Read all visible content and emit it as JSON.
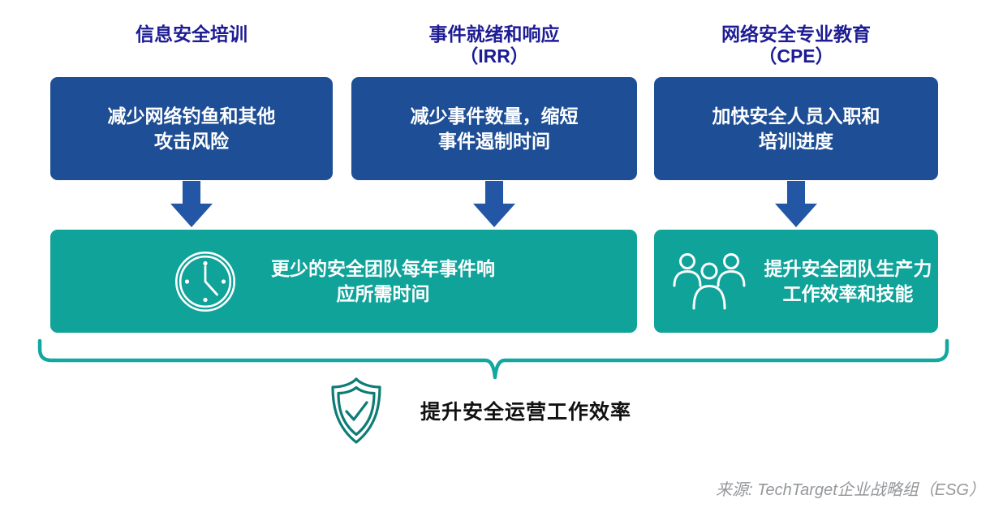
{
  "colors": {
    "header_text": "#1D1C94",
    "navy_box": "#1E4E95",
    "arrow_blue": "#2357A6",
    "teal_box": "#0FA39A",
    "bracket_teal": "#12A8A0",
    "shield_teal": "#0C7C75",
    "headline_text": "#111111",
    "source_text": "#95979A"
  },
  "columns": [
    {
      "header": "信息安全培训",
      "box": "减少网络钓鱼和其他\n攻击风险"
    },
    {
      "header": "事件就绪和响应\n（IRR）",
      "box": "减少事件数量，缩短\n事件遏制时间"
    },
    {
      "header": "网络安全专业教育\n（CPE）",
      "box": "加快安全人员入职和\n培训进度"
    }
  ],
  "outcomes": [
    {
      "icon": "clock-icon",
      "text": "更少的安全团队每年事件响\n应所需时间"
    },
    {
      "icon": "team-icon",
      "text": "提升安全团队生产力\n工作效率和技能"
    }
  ],
  "summary": {
    "icon": "shield-check-icon",
    "text": "提升安全运营工作效率"
  },
  "source": {
    "text": "来源: TechTarget企业战略组（ESG）"
  }
}
